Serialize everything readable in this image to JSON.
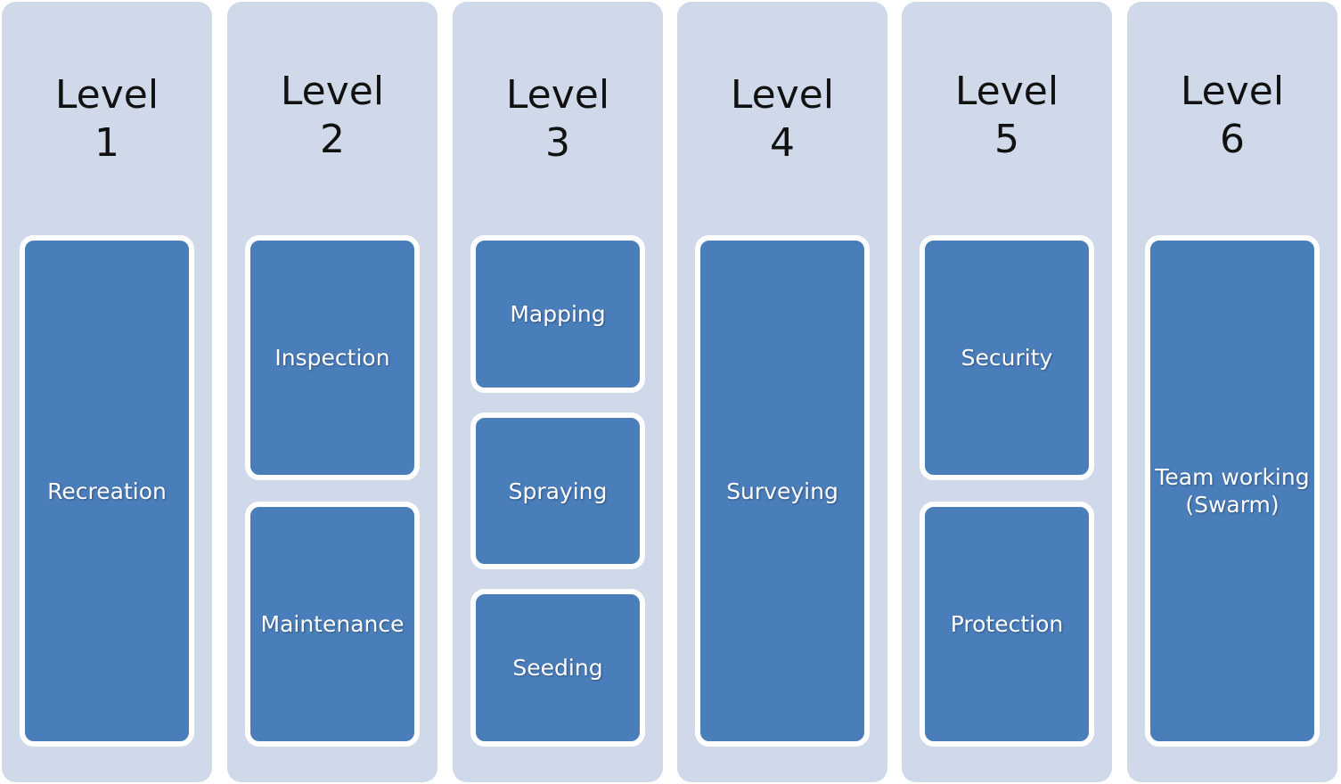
{
  "columns": [
    {
      "title": "Level\n1",
      "items": [
        "Recreation"
      ]
    },
    {
      "title": "Level\n2",
      "items": [
        "Inspection",
        "Maintenance"
      ]
    },
    {
      "title": "Level\n3",
      "items": [
        "Mapping",
        "Spraying",
        "Seeding"
      ]
    },
    {
      "title": "Level\n4",
      "items": [
        "Surveying"
      ]
    },
    {
      "title": "Level\n5",
      "items": [
        "Security",
        "Protection"
      ]
    },
    {
      "title": "Level\n6",
      "items": [
        "Team working\n(Swarm)"
      ]
    }
  ],
  "colors": {
    "column_background": "#d0d9e9",
    "card_fill": "#4a7ebb",
    "card_border": "#ffffff",
    "title_text": "#111111",
    "card_text": "#ffffff"
  }
}
